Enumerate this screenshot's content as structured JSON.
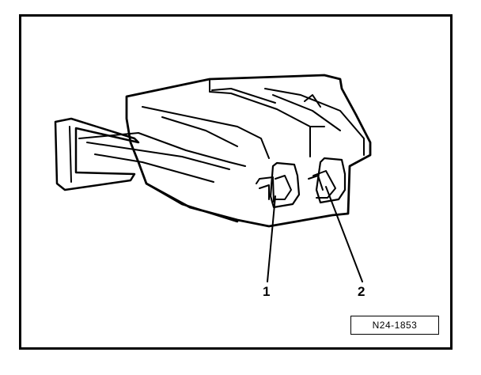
{
  "figure": {
    "callouts": [
      {
        "label": "1"
      },
      {
        "label": "2"
      }
    ],
    "reference_code": "N24-1853"
  },
  "colors": {
    "ink": "#000000",
    "paper": "#ffffff"
  }
}
